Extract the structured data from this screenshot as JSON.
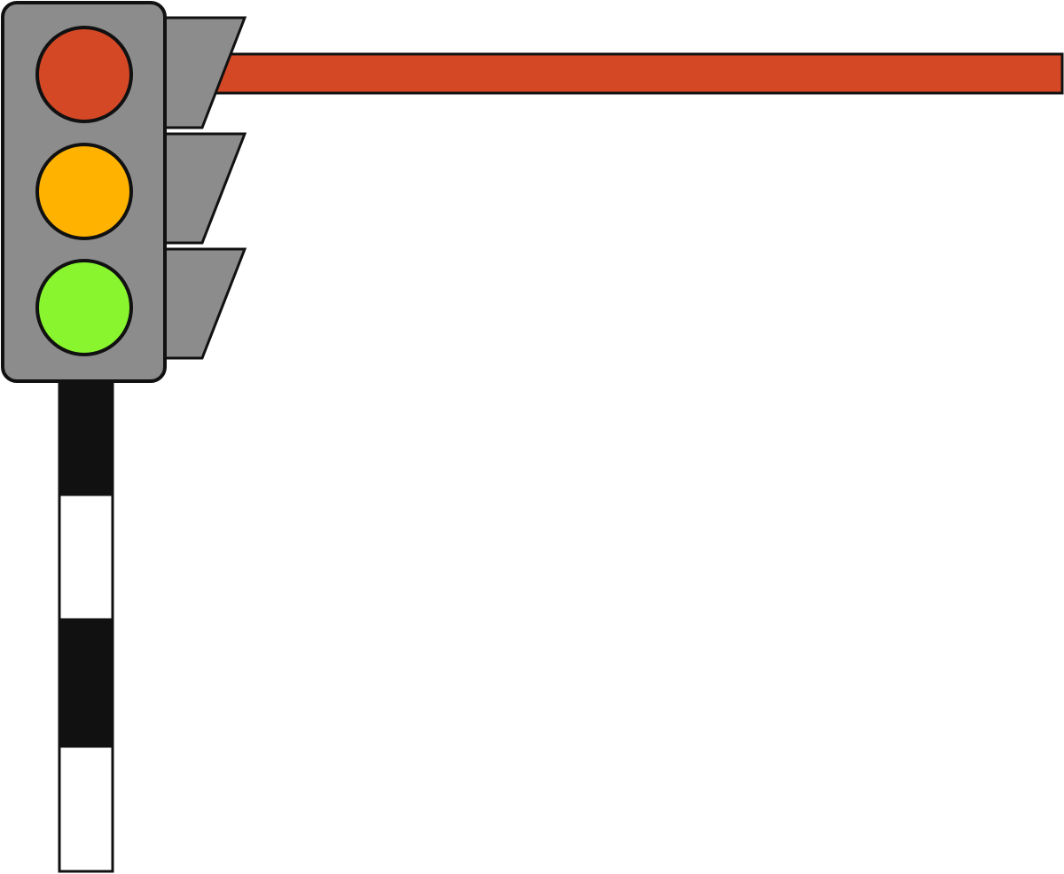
{
  "colors": {
    "background": "#ffffff",
    "outline": "#111111",
    "housing": "#8c8c8c",
    "visor": "#8c8c8c",
    "lamp_red": "#d44825",
    "lamp_amber": "#ffb300",
    "lamp_green": "#88f52f",
    "barrier_arm": "#d44825",
    "pole_dark": "#111111",
    "pole_light": "#ffffff"
  },
  "signal": {
    "lamps": [
      {
        "name": "red-lamp",
        "color_key": "lamp_red"
      },
      {
        "name": "amber-lamp",
        "color_key": "lamp_amber"
      },
      {
        "name": "green-lamp",
        "color_key": "lamp_green"
      }
    ]
  },
  "pole": {
    "stripes": [
      "dark",
      "light",
      "dark",
      "light"
    ]
  }
}
